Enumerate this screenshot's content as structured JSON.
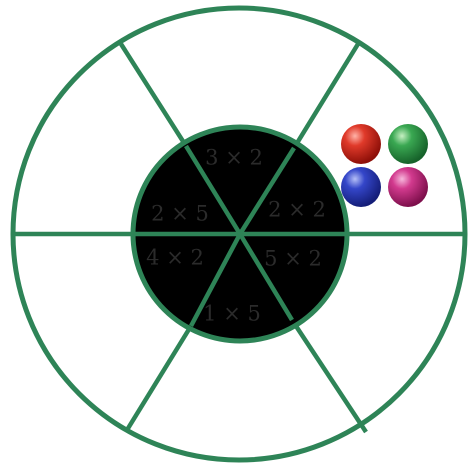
{
  "wheel": {
    "ring_color": "#2e8457",
    "center_color": "#000000",
    "label_color": "#2b2b2b",
    "sectors": [
      {
        "label": "3 × 2"
      },
      {
        "label": "2 × 2"
      },
      {
        "label": "5 × 2"
      },
      {
        "label": "1 × 5"
      },
      {
        "label": "4 × 2"
      },
      {
        "label": "2 × 5"
      }
    ]
  },
  "marbles": [
    {
      "color_name": "red",
      "color": "#d42a1c"
    },
    {
      "color_name": "green",
      "color": "#2f9a44"
    },
    {
      "color_name": "blue",
      "color": "#2a3fc4"
    },
    {
      "color_name": "magenta",
      "color": "#cc2f88"
    }
  ]
}
